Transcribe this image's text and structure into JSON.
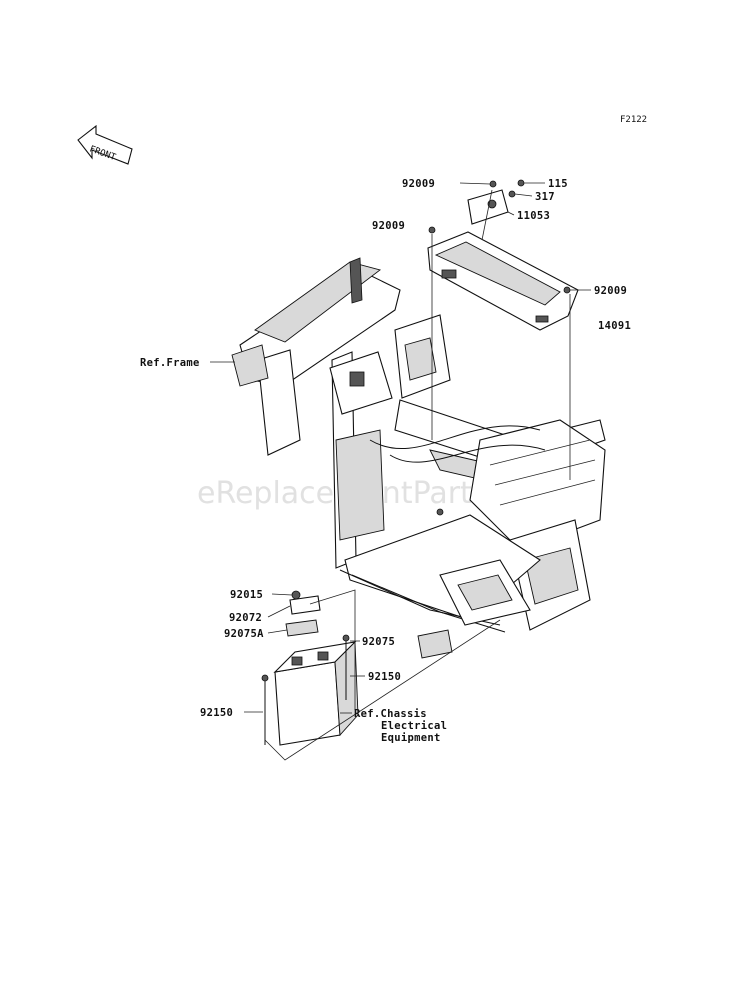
{
  "figure_code": "F2122",
  "front_arrow_label": "FRONT",
  "watermark": "eReplacementParts.com",
  "callouts": {
    "bolt_top": "92009",
    "part_115": "115",
    "part_317": "317",
    "bracket": "11053",
    "bolt_left": "92009",
    "bolt_right": "92009",
    "cover": "14091",
    "ref_frame": "Ref.Frame",
    "nut": "92015",
    "washer": "92072",
    "plate": "92075A",
    "pad": "92075",
    "rod_right": "92150",
    "rod_left": "92150",
    "ref_chassis_1": "Ref.Chassis",
    "ref_chassis_2": "Electrical",
    "ref_chassis_3": "Equipment"
  }
}
